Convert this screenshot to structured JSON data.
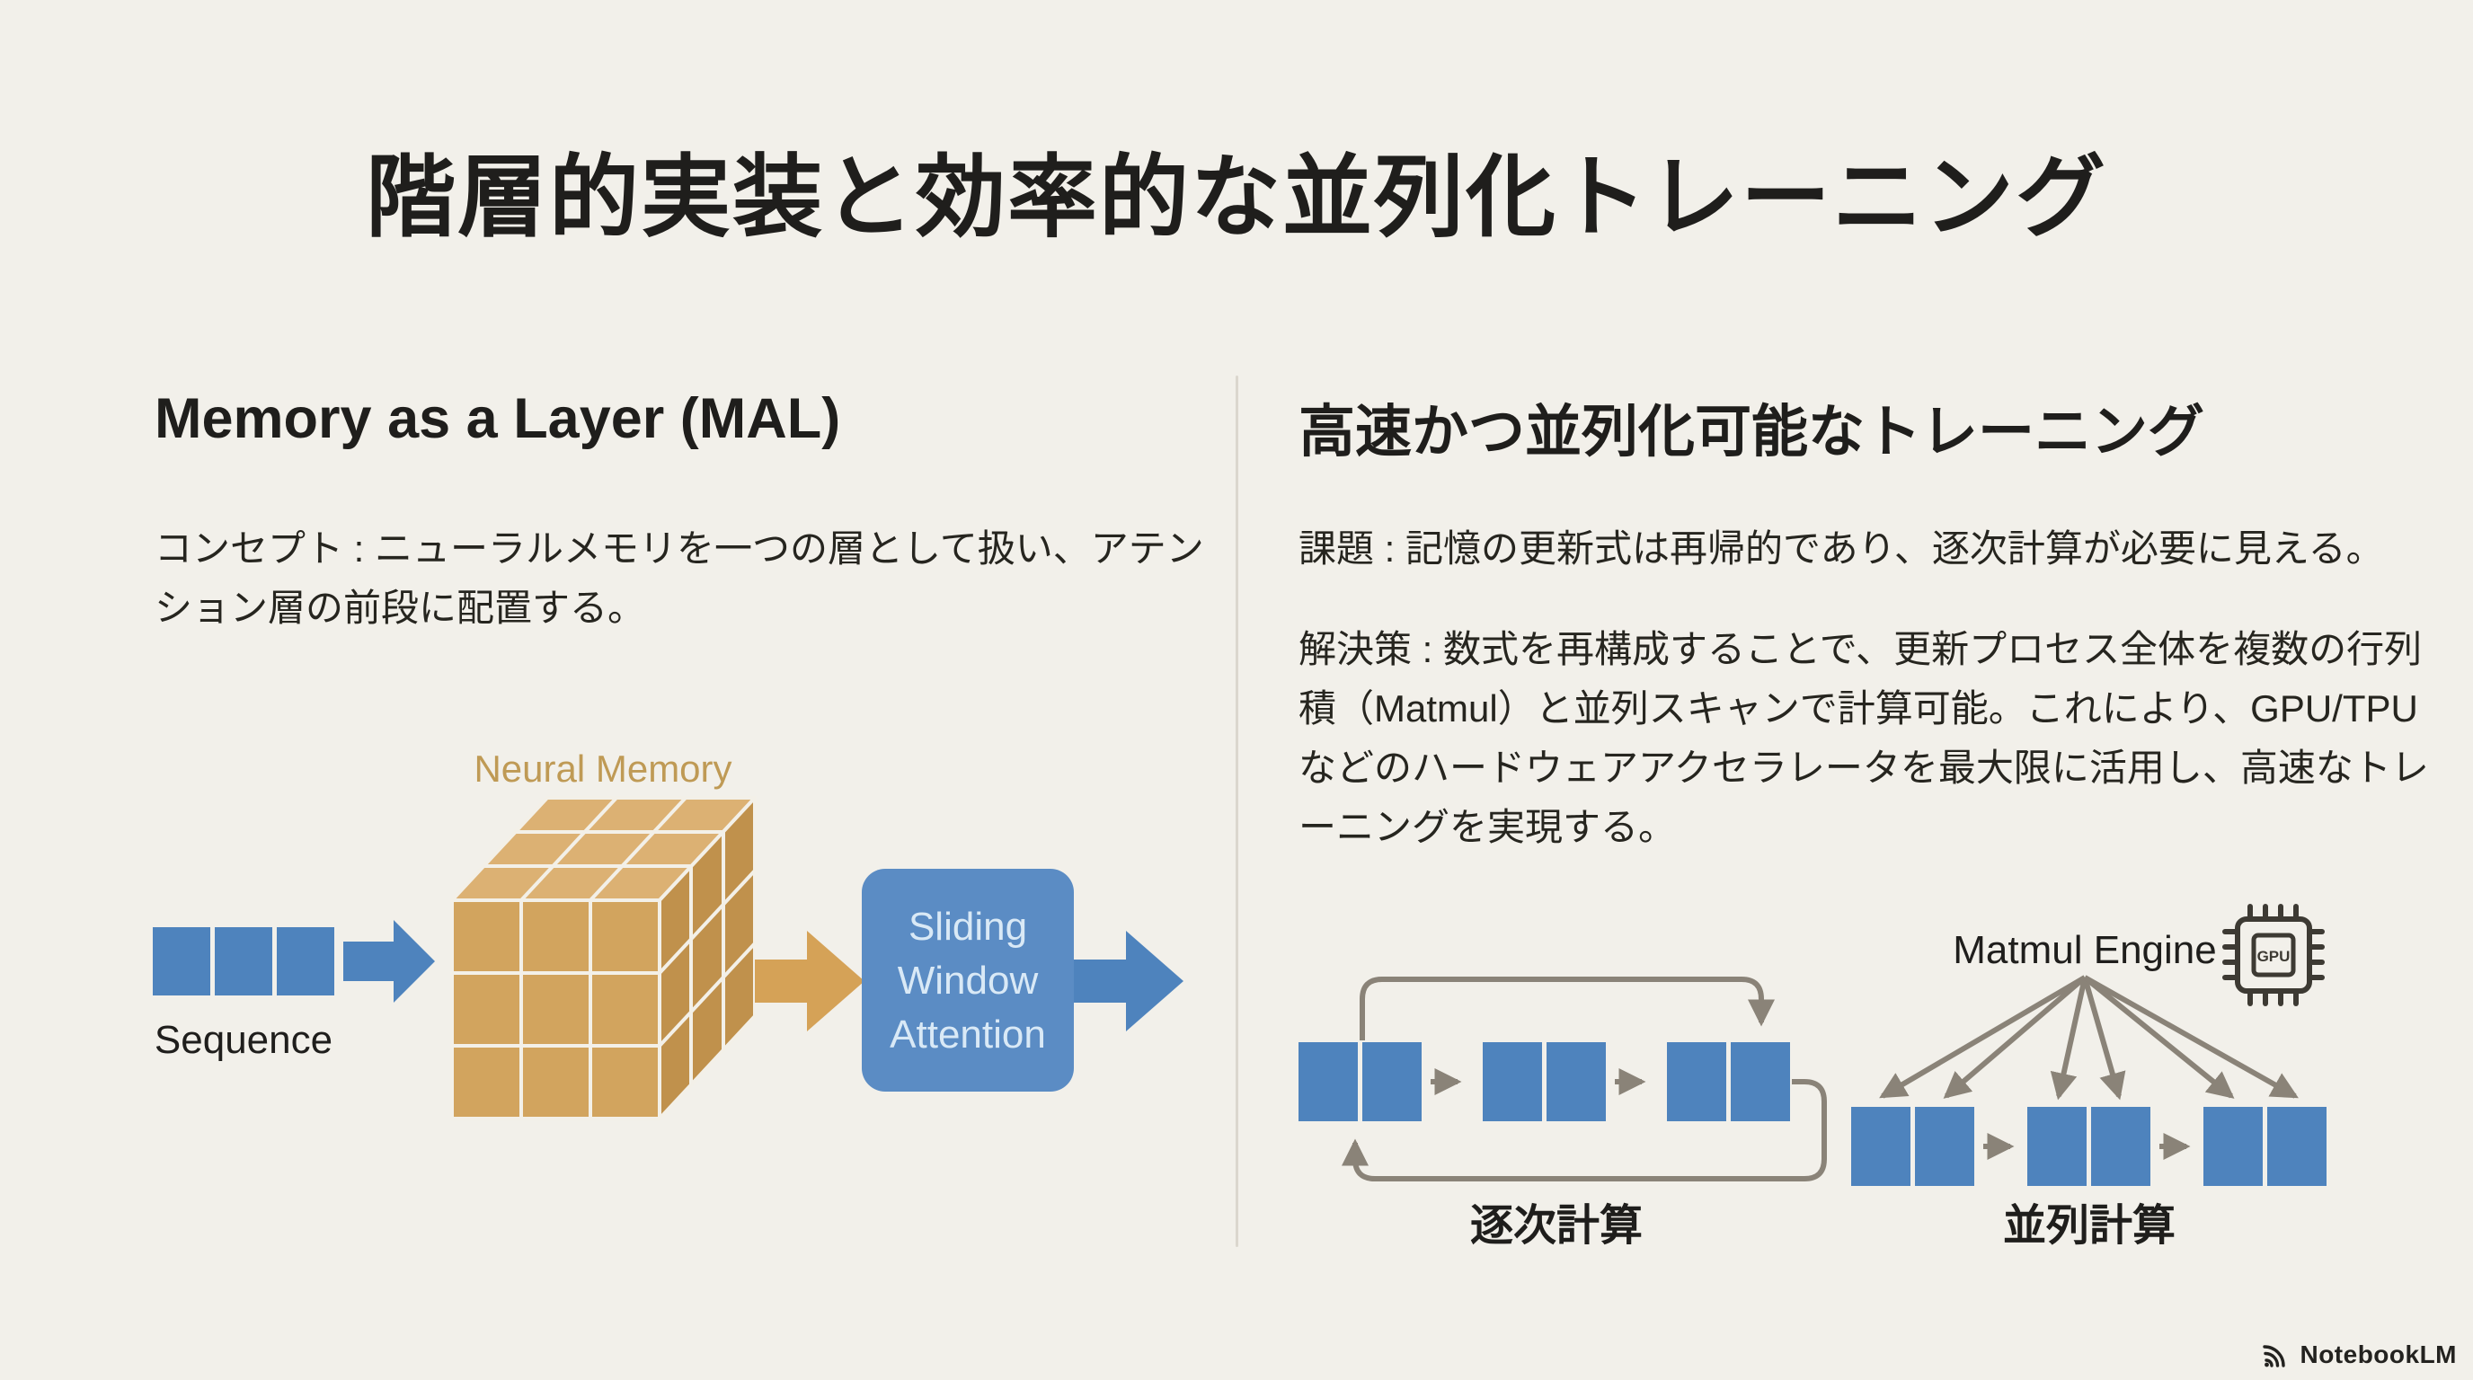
{
  "title": "階層的実装と効率的な並列化トレーニング",
  "left": {
    "heading": "Memory as a Layer (MAL)",
    "concept": "コンセプト : ニューラルメモリを一つの層として扱い、アテンション層の前段に配置する。",
    "diagram": {
      "sequence_label": "Sequence",
      "memory_label": "Neural Memory",
      "attention_lines": [
        "Sliding",
        "Window",
        "Attention"
      ]
    }
  },
  "right": {
    "heading": "高速かつ並列化可能なトレーニング",
    "problem": "課題 : 記憶の更新式は再帰的であり、逐次計算が必要に見える。",
    "solution": "解決策 : 数式を再構成することで、更新プロセス全体を複数の行列積（Matmul）と並列スキャンで計算可能。これにより、GPU/TPUなどのハードウェアアクセラレータを最大限に活用し、高速なトレーニングを実現する。",
    "diagram": {
      "matmul_label": "Matmul Engine",
      "chip_label": "GPU",
      "sequential_label": "逐次計算",
      "parallel_label": "並列計算"
    }
  },
  "footer": {
    "brand": "NotebookLM"
  },
  "colors": {
    "background": "#f2f0ea",
    "text": "#232220",
    "blue": "#4e83bd",
    "blue_box": "#5b8cc4",
    "box_text": "#d9e9f6",
    "gold": "#d5a257",
    "cube_front": "#d2a45e",
    "cube_top": "#dcb173",
    "cube_side": "#c0914c",
    "tan_label": "#bf9a55",
    "gray_arrow": "#8a8378",
    "divider": "#dbd7ce"
  }
}
